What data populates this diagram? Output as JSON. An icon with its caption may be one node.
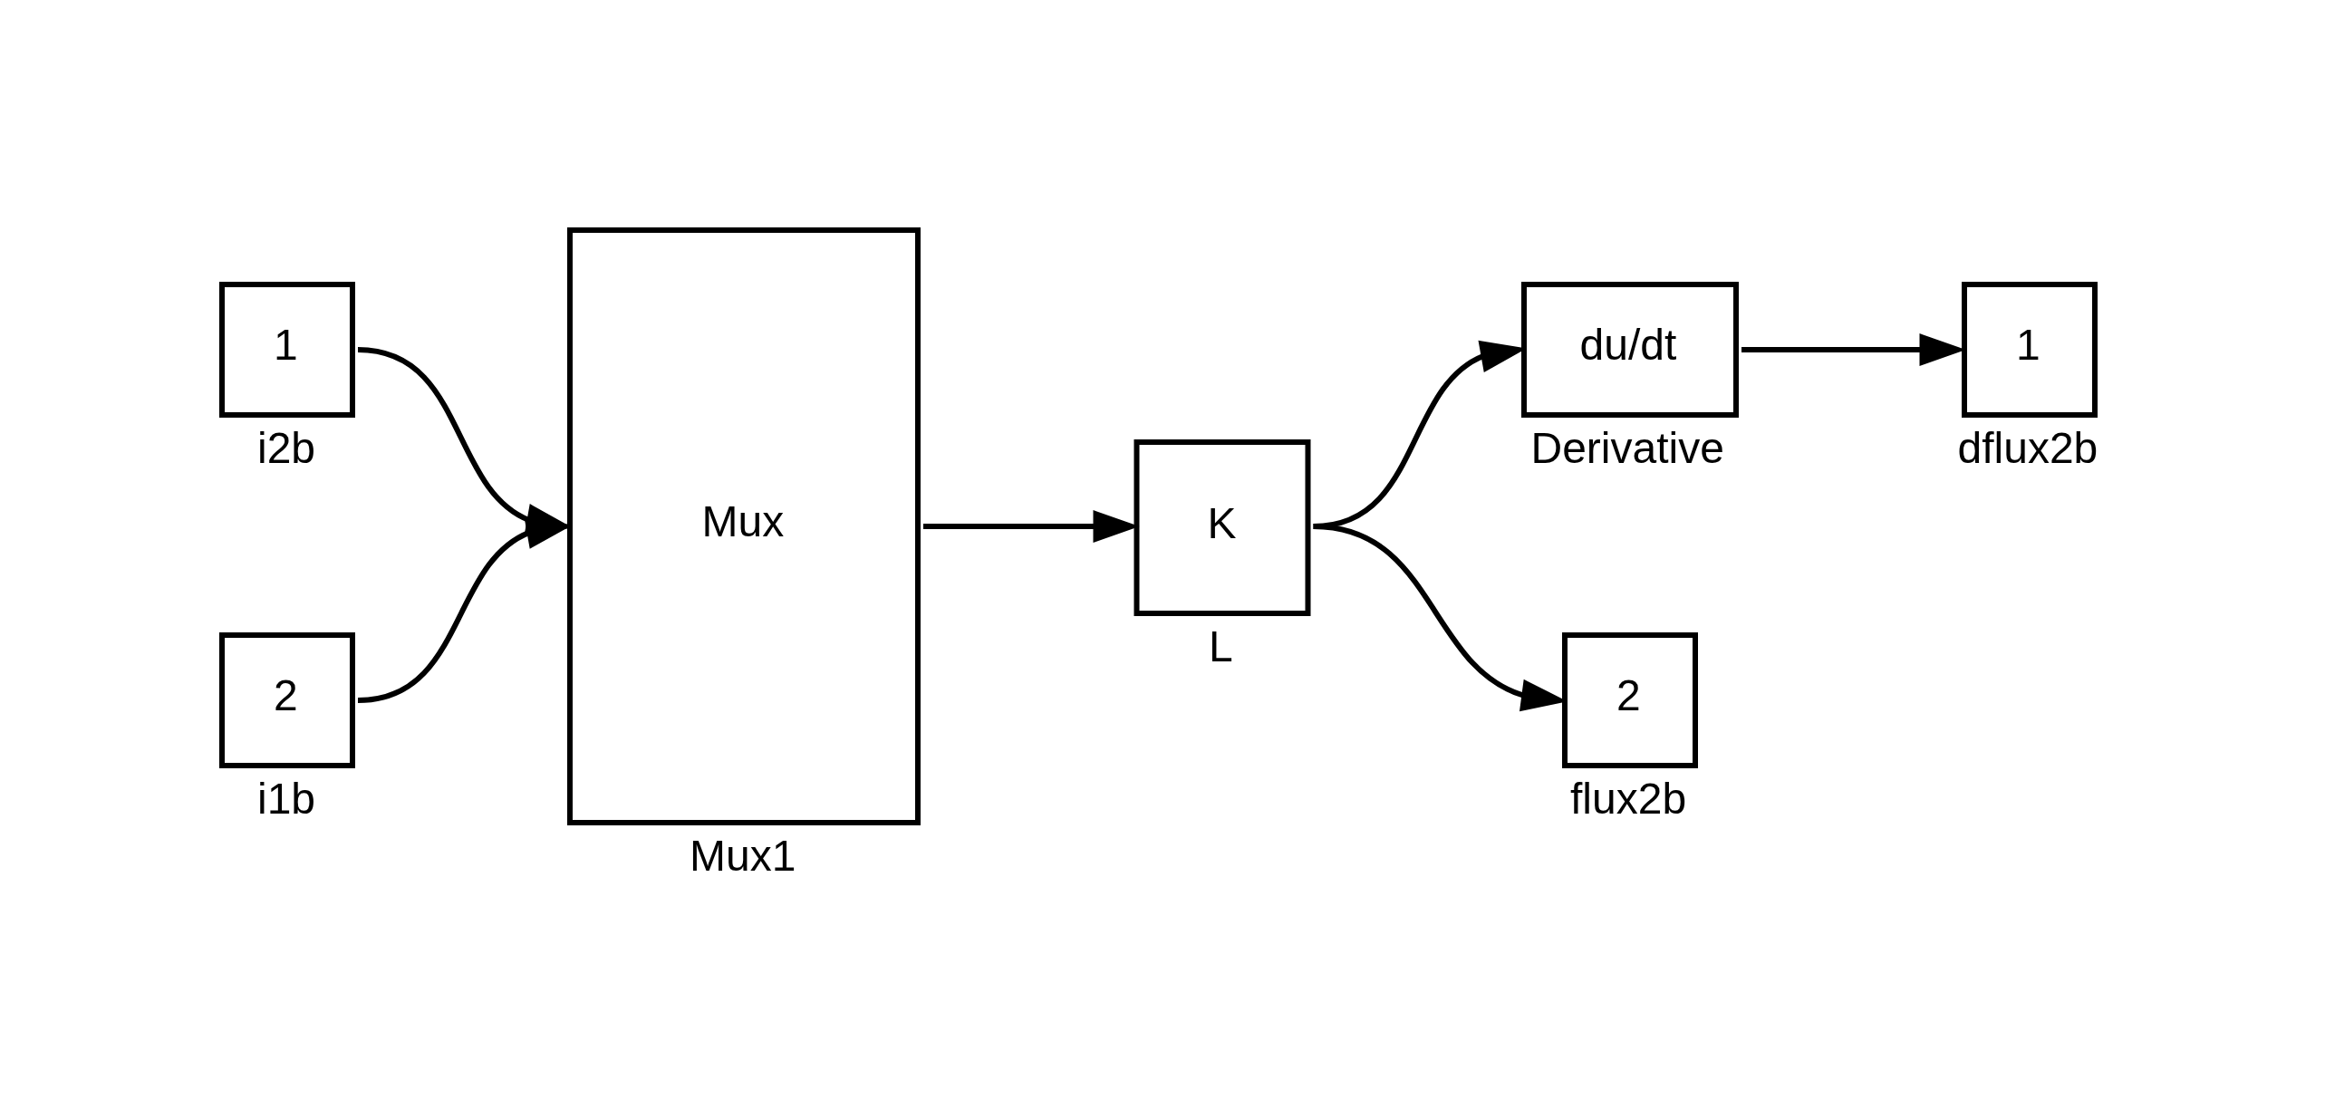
{
  "diagram": {
    "nodes": [
      {
        "text": [
          "1"
        ],
        "beside": [
          "i2b"
        ]
      },
      {
        "text": [
          "2"
        ],
        "beside": [
          "i1b"
        ]
      },
      {
        "text": [
          "Mux"
        ],
        "beside": [
          "Mux1"
        ]
      },
      {
        "text": [
          "K"
        ],
        "beside": [
          "L"
        ]
      },
      {
        "text": [
          "du/dt"
        ],
        "beside": [
          "Derivative"
        ]
      },
      {
        "text": [
          "1"
        ],
        "beside": [
          "dflux2b"
        ]
      },
      {
        "text": [
          "2"
        ],
        "beside": [
          "flux2b"
        ]
      }
    ],
    "edges": [
      {
        "from": 0,
        "to": 2,
        "arrow": "to"
      },
      {
        "from": 1,
        "to": 2,
        "arrow": "to"
      },
      {
        "from": 2,
        "to": 3,
        "arrow": "to"
      },
      {
        "from": 3,
        "to": 4,
        "arrow": "to"
      },
      {
        "from": 4,
        "to": 5,
        "arrow": "to"
      },
      {
        "from": 3,
        "to": 6,
        "arrow": "to"
      }
    ]
  }
}
